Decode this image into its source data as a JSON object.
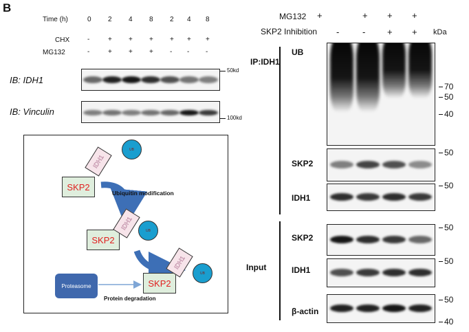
{
  "panel_label": "B",
  "left": {
    "row_labels": {
      "time": "Time (h)",
      "chx": "CHX",
      "mg132": "MG132"
    },
    "time_values": [
      "0",
      "2",
      "4",
      "8",
      "2",
      "4",
      "8"
    ],
    "chx_values": [
      "-",
      "+",
      "+",
      "+",
      "+",
      "+",
      "+"
    ],
    "mg132_values": [
      "-",
      "+",
      "+",
      "+",
      "-",
      "-",
      "-"
    ],
    "blots": [
      {
        "label": "IB: IDH1",
        "marker": "50kd"
      },
      {
        "label": "IB: Vinculin",
        "marker": "100kd"
      }
    ]
  },
  "diagram": {
    "ub": "UB",
    "idh1": "IDH1",
    "skp2": "SKP2",
    "proteasome": "Proteasome",
    "arrow1_label": "Ubiquitin modification",
    "arrow2_label": "Protein degradation",
    "colors": {
      "skp2_box": "#dfeedd",
      "skp2_text": "#e02020",
      "idh1_box": "#f7e4ea",
      "ub_circle": "#1a9ecf",
      "proteasome": "#3f68ad",
      "arrow": "#3d6fb6"
    }
  },
  "right": {
    "header": {
      "mg132_label": "MG132",
      "mg132_values": [
        "+",
        "+",
        "+",
        "+"
      ],
      "skp2_label": "SKP2 Inhibition",
      "skp2_values": [
        "-",
        "-",
        "+",
        "+"
      ],
      "kda": "kDa"
    },
    "ip_label": "IP:IDH1",
    "input_label": "Input",
    "blots": [
      {
        "label": "UB",
        "markers": [
          "70",
          "50",
          "40"
        ]
      },
      {
        "label": "SKP2",
        "markers": [
          "50"
        ]
      },
      {
        "label": "IDH1",
        "markers": [
          "50"
        ]
      },
      {
        "label": "SKP2",
        "markers": [
          "50"
        ]
      },
      {
        "label": "IDH1",
        "markers": [
          "50"
        ]
      },
      {
        "label": "β-actin",
        "markers": [
          "50",
          "40"
        ]
      }
    ]
  }
}
